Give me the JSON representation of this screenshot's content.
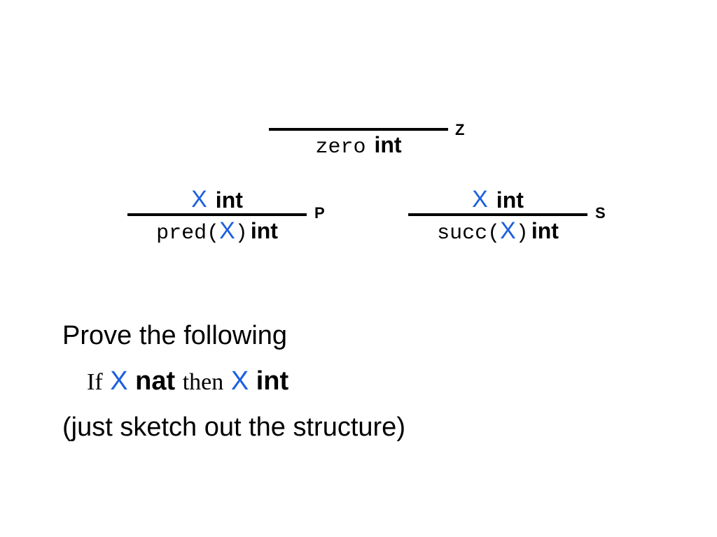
{
  "accent_color": "#1a5fe0",
  "rules": {
    "zero": {
      "name": "Z",
      "term": "zero",
      "judgment": "int"
    },
    "pred": {
      "name": "P",
      "premise_var": "X",
      "premise_judgment": "int",
      "term_head": "pred(",
      "term_var": "X",
      "term_tail": ")",
      "judgment": "int"
    },
    "succ": {
      "name": "S",
      "premise_var": "X",
      "premise_judgment": "int",
      "term_head": "succ(",
      "term_var": "X",
      "term_tail": ")",
      "judgment": "int"
    }
  },
  "exercise": {
    "line1": "Prove the following",
    "line2": {
      "if_word": "If",
      "var1": "X",
      "judgment1": "nat",
      "then_word": "then",
      "var2": "X",
      "judgment2": "int"
    },
    "line3": "(just sketch out the structure)"
  }
}
